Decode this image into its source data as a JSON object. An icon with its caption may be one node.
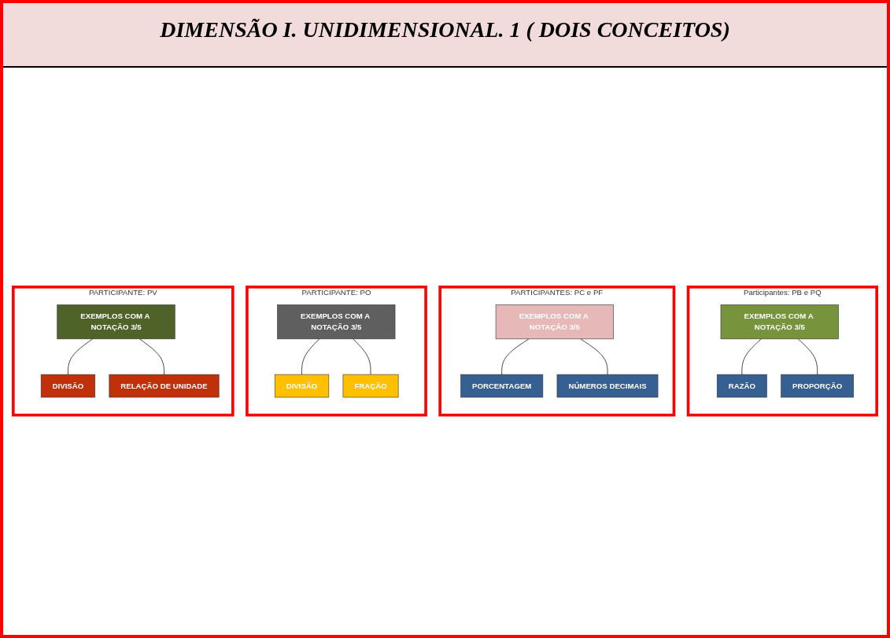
{
  "diagram": {
    "title": "DIMENSÃO I.  UNIDIMENSIONAL. 1 ( DOIS CONCEITOS)",
    "nodes": [
      {
        "text": [
          "Participantes: PB e PQ"
        ]
      },
      {
        "text": [
          "EXEMPLOS COM A NOTAÇÃO 3/5"
        ],
        "in": 0
      },
      {
        "text": [
          "RAZÃO"
        ],
        "in": 0
      },
      {
        "text": [
          "PROPORÇÃO"
        ],
        "in": 0
      },
      {
        "text": [
          "PARTICIPANTES: PC e PF"
        ]
      },
      {
        "text": [
          "EXEMPLOS COM A NOTAÇÃO 3/5"
        ],
        "in": 4
      },
      {
        "text": [
          "PORCENTAGEM"
        ],
        "in": 4
      },
      {
        "text": [
          "NÚMEROS DECIMAIS"
        ],
        "in": 4
      },
      {
        "text": [
          "PARTICIPANTE: PO"
        ]
      },
      {
        "text": [
          "EXEMPLOS COM A NOTAÇÃO 3/5"
        ],
        "in": 8
      },
      {
        "text": [
          "DIVISÃO"
        ],
        "in": 8
      },
      {
        "text": [
          "FRAÇÃO"
        ],
        "in": 8
      },
      {
        "text": [
          "PARTICIPANTE: PV"
        ]
      },
      {
        "text": [
          "EXEMPLOS COM A NOTAÇÃO 3/5"
        ],
        "in": 12
      },
      {
        "text": [
          "DIVISÃO"
        ],
        "in": 12
      },
      {
        "text": [
          "RELAÇÃO DE UNIDADE"
        ],
        "in": 12
      }
    ],
    "edges": [
      {
        "from": 1,
        "to": 2,
        "arrow": "none"
      },
      {
        "from": 1,
        "to": 3,
        "arrow": "none"
      },
      {
        "from": 5,
        "to": 6,
        "arrow": "none"
      },
      {
        "from": 5,
        "to": 7,
        "arrow": "none"
      },
      {
        "from": 9,
        "to": 10,
        "arrow": "none"
      },
      {
        "from": 9,
        "to": 11,
        "arrow": "none"
      },
      {
        "from": 13,
        "to": 14,
        "arrow": "none"
      },
      {
        "from": 13,
        "to": 15,
        "arrow": "none"
      }
    ]
  }
}
